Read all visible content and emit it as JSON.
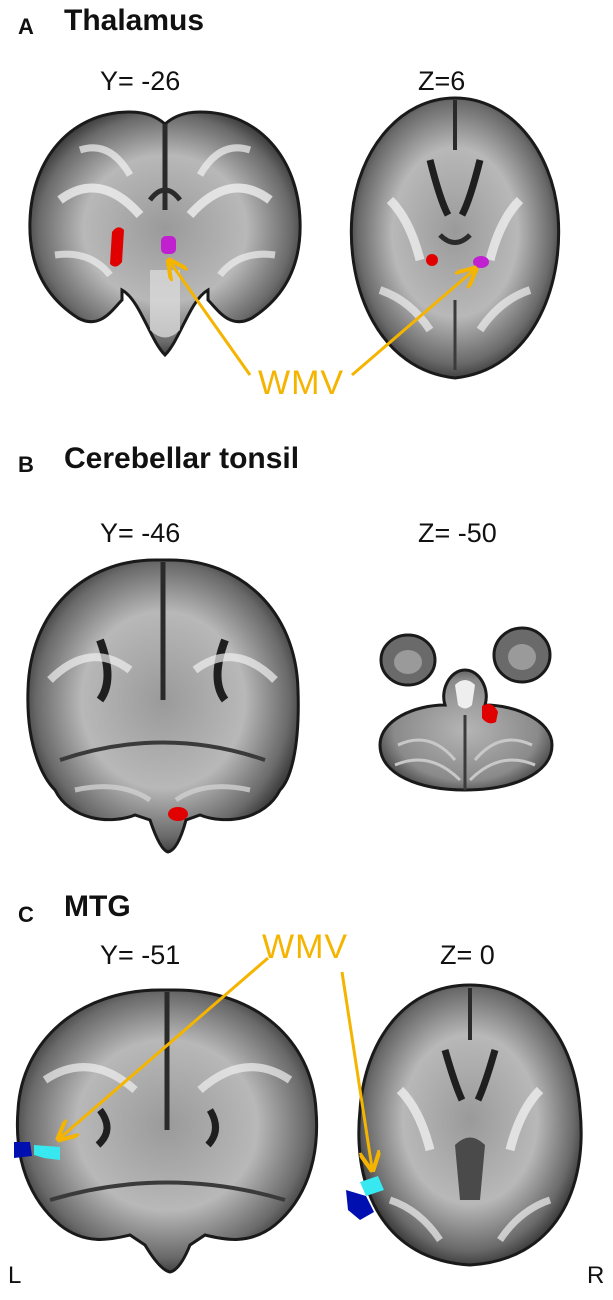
{
  "panels": [
    {
      "letter": "A",
      "title": "Thalamus",
      "left_coord": "Y= -26",
      "right_coord": "Z=6"
    },
    {
      "letter": "B",
      "title": "Cerebellar tonsil",
      "left_coord": "Y= -46",
      "right_coord": "Z= -50"
    },
    {
      "letter": "C",
      "title": "MTG",
      "left_coord": "Y= -51",
      "right_coord": "Z= 0"
    }
  ],
  "annotations": {
    "wmv_label": "WMV",
    "wmv_color": "#f4b400"
  },
  "orientation": {
    "left": "L",
    "right": "R"
  },
  "highlight_colors": {
    "red": "#e00000",
    "magenta": "#c020d0",
    "cyan": "#38e8f0",
    "blue": "#0010b0"
  }
}
